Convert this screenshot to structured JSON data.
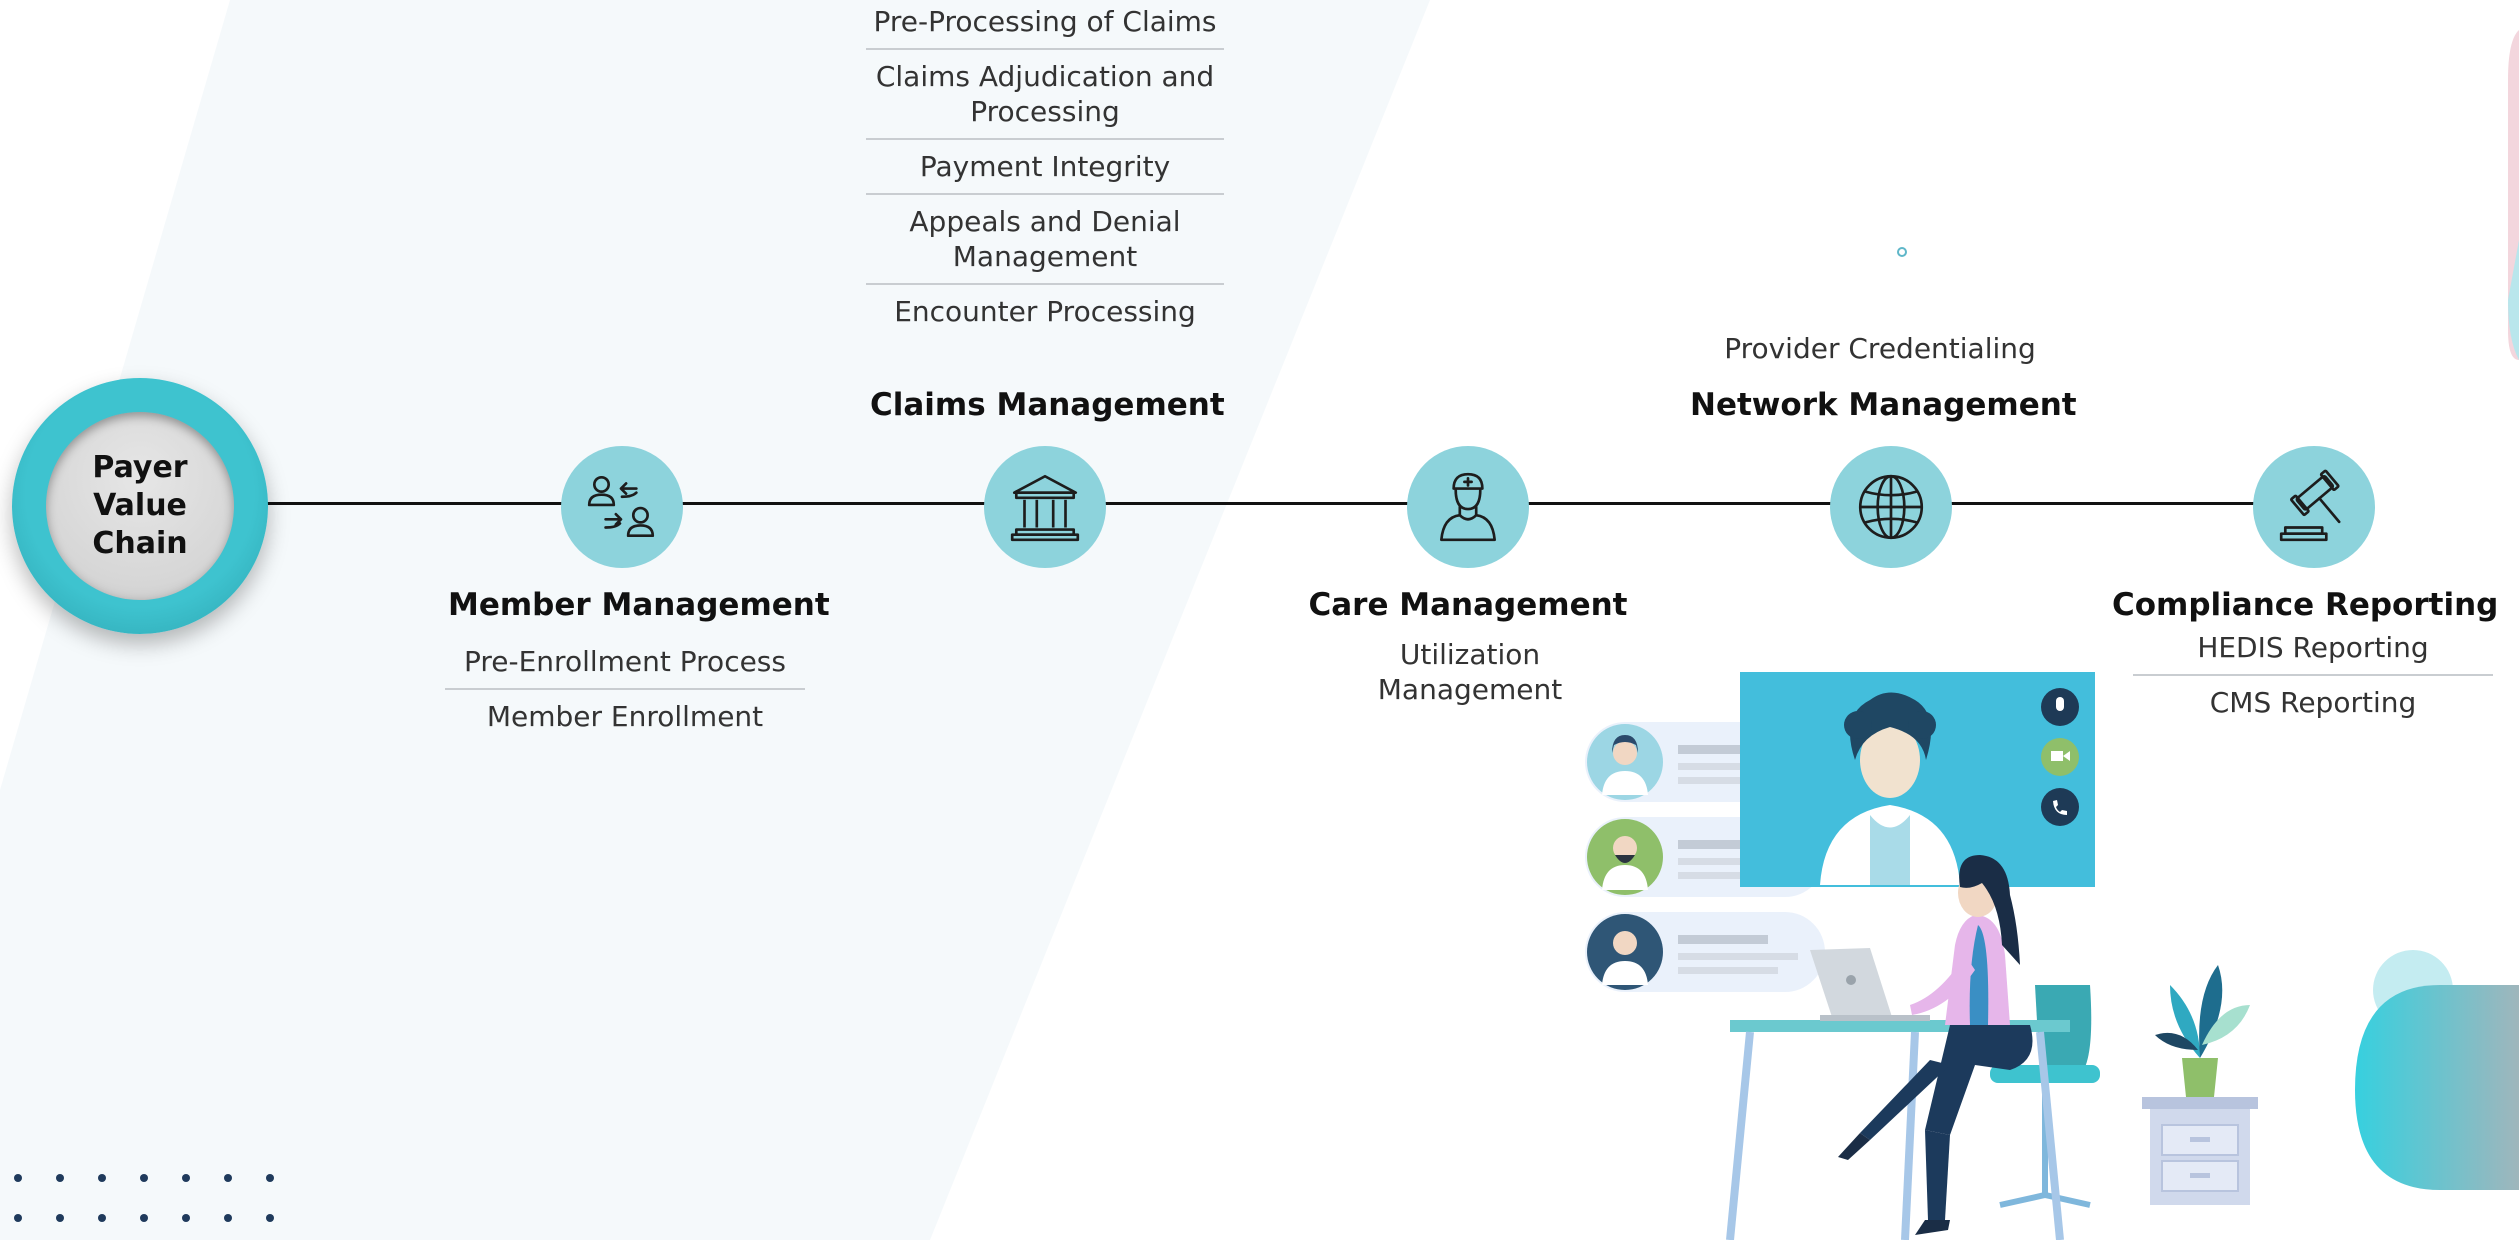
{
  "hub": {
    "line1": "Payer",
    "line2": "Value",
    "line3": "Chain"
  },
  "nodes": {
    "member": {
      "heading": "Member Management",
      "icon": "member-exchange-icon",
      "items": [
        "Pre-Enrollment Process",
        "Member Enrollment"
      ]
    },
    "claims": {
      "heading": "Claims Management",
      "icon": "bank-building-icon",
      "items": [
        "Pre-Processing of Claims",
        "Claims Adjudication and Processing",
        "Payment Integrity",
        "Appeals and Denial Management",
        "Encounter Processing"
      ]
    },
    "care": {
      "heading": "Care Management",
      "icon": "nurse-icon",
      "items": [
        "Utilization Management"
      ]
    },
    "network": {
      "heading": "Network Management",
      "icon": "globe-icon",
      "items": [
        "Provider Credentialing"
      ]
    },
    "compliance": {
      "heading": "Compliance Reporting",
      "icon": "gavel-icon",
      "items": [
        "HEDIS Reporting",
        "CMS Reporting"
      ]
    }
  },
  "colors": {
    "hub_ring": "#3ec3cf",
    "node_fill": "#8dd3dc",
    "line": "#111111",
    "illustration_screen": "#43bedc"
  }
}
